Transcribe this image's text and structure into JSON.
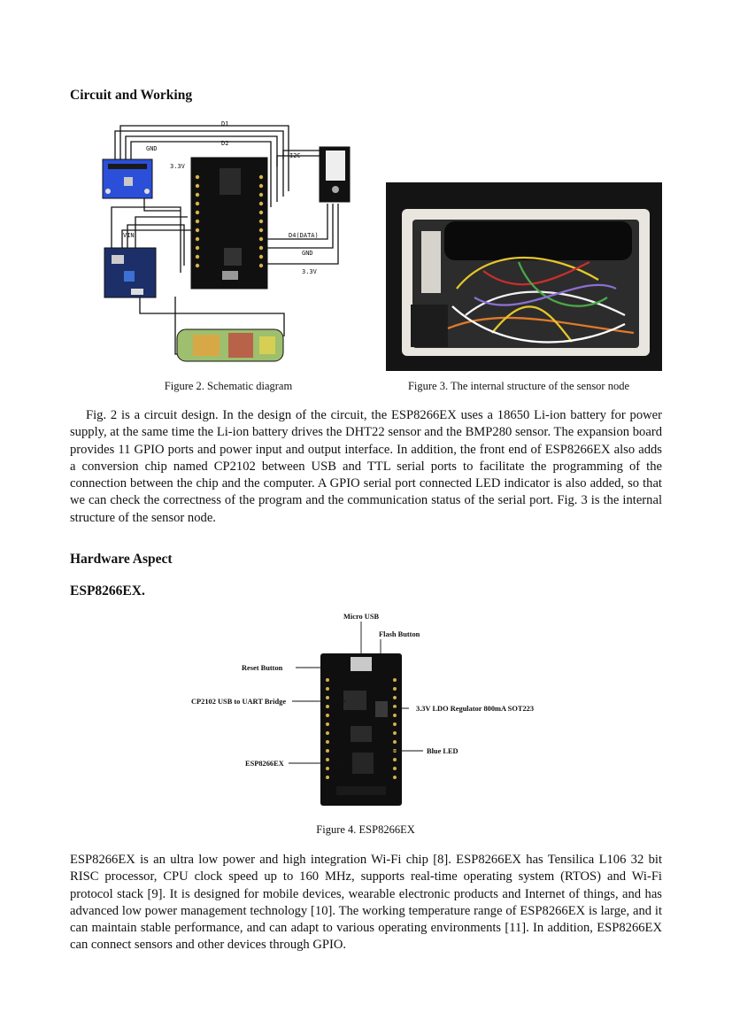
{
  "headings": {
    "circuit": "Circuit and Working",
    "hardware": "Hardware Aspect",
    "esp": "ESP8266EX."
  },
  "figure2": {
    "caption": "Figure 2. Schematic diagram",
    "labels": {
      "d1": "D1",
      "d2": "D2",
      "gnd_top": "GND",
      "v33_top": "3.3V",
      "i2c": "I2C",
      "vin": "VIN",
      "d4": "D4(DATA)",
      "gnd": "GND",
      "v33": "3.3V"
    }
  },
  "figure3": {
    "caption": "Figure 3. The internal structure of the sensor node"
  },
  "paragraph1": "Fig. 2 is a circuit design. In the design of the circuit, the ESP8266EX uses a 18650 Li-ion battery for power supply, at the same time the Li-ion battery drives the DHT22 sensor and the BMP280 sensor. The expansion board provides 11 GPIO ports and power input and output interface. In addition, the front end of ESP8266EX also adds a conversion chip named CP2102 between USB and TTL serial ports to facilitate the programming of the connection between the chip and the computer. A GPIO serial port connected LED indicator is also added, so that we can check the correctness of the program and the communication status of the serial port. Fig. 3 is the internal structure of the sensor node.",
  "figure4": {
    "caption": "Figure 4. ESP8266EX",
    "labels": {
      "micro_usb": "Micro USB",
      "flash": "Flash Button",
      "reset": "Reset Button",
      "cp2102": "CP2102 USB to UART Bridge",
      "ldo": "3.3V LDO Regulator 800mA SOT223",
      "blue_led": "Blue LED",
      "esp": "ESP8266EX"
    }
  },
  "paragraph2": "ESP8266EX is an ultra low power and high integration Wi-Fi chip [8]. ESP8266EX has Tensilica L106 32 bit RISC processor, CPU clock speed up to 160 MHz, supports real-time operating system (RTOS) and Wi-Fi protocol stack [9]. It is designed for mobile devices, wearable electronic products and Internet of things, and has advanced low power management technology [10]. The working temperature range of ESP8266EX is large, and it can maintain stable performance, and can adapt to various operating environments [11]. In addition, ESP8266EX can connect sensors and other devices through GPIO."
}
